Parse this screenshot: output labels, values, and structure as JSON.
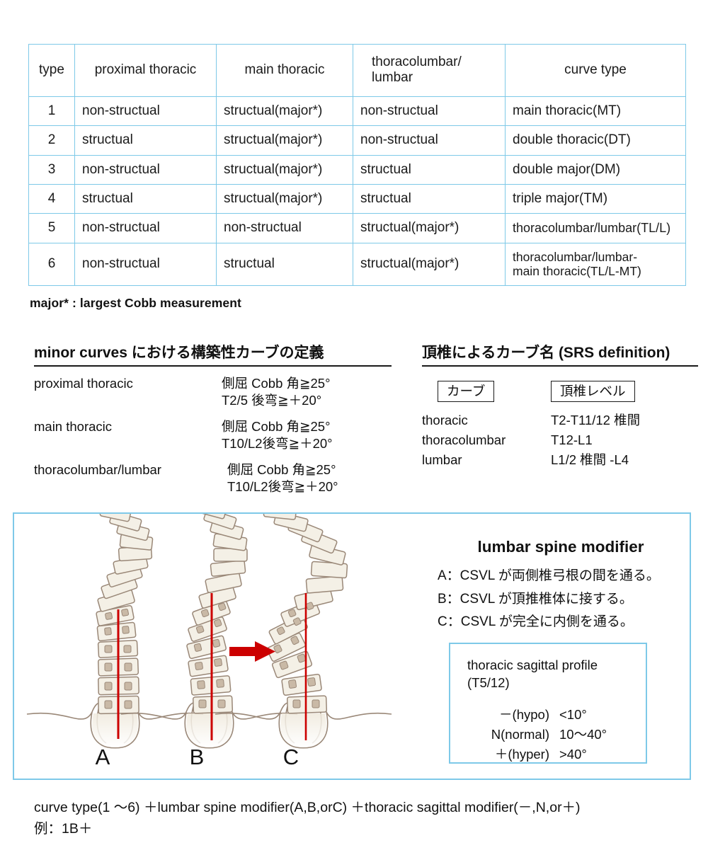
{
  "table": {
    "headers": [
      "type",
      "proximal thoracic",
      "main thoracic",
      "thoracolumbar/\nlumbar",
      "curve type"
    ],
    "header_type": "type",
    "header_proximal": "proximal thoracic",
    "header_main": "main thoracic",
    "header_tl_line1": "thoracolumbar/",
    "header_tl_line2": "lumbar",
    "header_curve": "curve type",
    "rows": [
      {
        "type": "1",
        "proximal": "non-structual",
        "main": "structual(major*)",
        "tl": "non-structual",
        "curve_l1": "main thoracic(MT)",
        "curve_l2": ""
      },
      {
        "type": "2",
        "proximal": "structual",
        "main": "structual(major*)",
        "tl": "non-structual",
        "curve_l1": "double thoracic(DT)",
        "curve_l2": ""
      },
      {
        "type": "3",
        "proximal": "non-structual",
        "main": "structual(major*)",
        "tl": "structual",
        "curve_l1": "double major(DM)",
        "curve_l2": ""
      },
      {
        "type": "4",
        "proximal": "structual",
        "main": "structual(major*)",
        "tl": "structual",
        "curve_l1": "triple major(TM)",
        "curve_l2": ""
      },
      {
        "type": "5",
        "proximal": "non-structual",
        "main": "non-structual",
        "tl": "structual(major*)",
        "curve_l1": "thoracolumbar/lumbar(TL/L)",
        "curve_l2": ""
      },
      {
        "type": "6",
        "proximal": "non-structual",
        "main": "structual",
        "tl": "structual(major*)",
        "curve_l1": "thoracolumbar/lumbar-",
        "curve_l2": "main thoracic(TL/L-MT)"
      }
    ],
    "footnote": "major* : largest Cobb measurement"
  },
  "minor_curves": {
    "title": "minor curves における構築性カーブの定義",
    "entries": [
      {
        "label": "proximal thoracic",
        "line1": "側屈 Cobb 角≧25°",
        "line2": "T2/5 後弯≧＋20°"
      },
      {
        "label": "main thoracic",
        "line1": "側屈 Cobb 角≧25°",
        "line2": "T10/L2後弯≧＋20°"
      },
      {
        "label": "thoracolumbar/lumbar",
        "line1": "側屈 Cobb 角≧25°",
        "line2": "T10/L2後弯≧＋20°"
      }
    ]
  },
  "srs": {
    "title": "頂椎によるカーブ名 (SRS definition)",
    "col1_header": "カーブ",
    "col2_header": "頂椎レベル",
    "rows": [
      {
        "curve": "thoracic",
        "level": "T2-T11/12 椎間"
      },
      {
        "curve": "thoracolumbar",
        "level": "T12-L1"
      },
      {
        "curve": "lumbar",
        "level": "L1/2 椎間 -L4"
      }
    ]
  },
  "panel": {
    "spine_labels": [
      "A",
      "B",
      "C"
    ],
    "lumbar_modifier": {
      "title": "lumbar spine modifier",
      "items": [
        "A：CSVL が両側椎弓根の間を通る。",
        "B：CSVL が頂推椎体に接する。",
        "C：CSVL が完全に内側を通る。"
      ]
    },
    "thoracic_sagittal": {
      "title_line1": "thoracic sagittal profile",
      "title_line2": "(T5/12)",
      "rows": [
        {
          "key": "－(hypo)",
          "value": "<10°"
        },
        {
          "key": "N(normal)",
          "value": "10〜40°"
        },
        {
          "key": "＋(hyper)",
          "value": ">40°"
        }
      ]
    }
  },
  "formula": {
    "line1": "curve type(1 〜6)  ＋lumbar spine modifier(A,B,orC)  ＋thoracic sagittal modifier(－,N,or＋)",
    "line2": "例：1B＋"
  },
  "colors": {
    "table_border": "#7ec9e8",
    "panel_border": "#7ec9e8",
    "plumb_line": "#cc0000",
    "arrow": "#cc0000",
    "bone_fill": "#f3efe5",
    "bone_stroke": "#9a8878",
    "text": "#111111"
  }
}
